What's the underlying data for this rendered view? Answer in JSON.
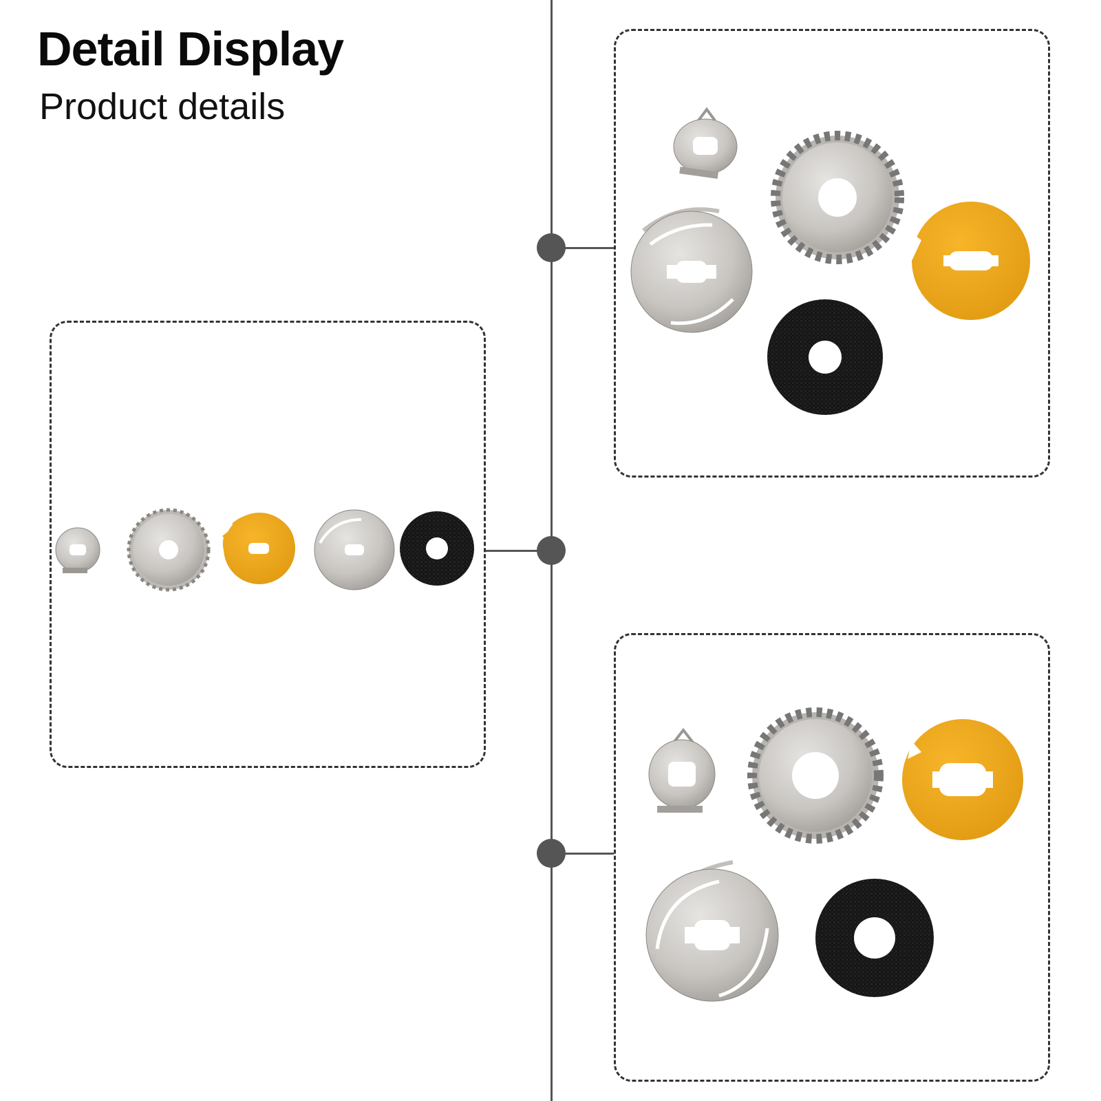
{
  "header": {
    "title": "Detail Display",
    "subtitle": "Product details"
  },
  "colors": {
    "line": "#555555",
    "border": "#333333",
    "steel": "#c9c6c2",
    "gold": "#f0a820",
    "carbon": "#161616"
  },
  "panels": [
    {
      "name": "row-view",
      "parts": [
        "clip-plate",
        "toothed-gear-washer",
        "gold-washer",
        "clicker-spring-plate",
        "carbon-fiber-drag-washer"
      ]
    },
    {
      "name": "top-detail",
      "parts": [
        "clip-plate",
        "toothed-gear-washer",
        "clicker-spring-plate",
        "gold-washer",
        "carbon-fiber-drag-washer"
      ]
    },
    {
      "name": "bottom-detail",
      "parts": [
        "clip-plate",
        "toothed-gear-washer",
        "gold-washer",
        "clicker-spring-plate",
        "carbon-fiber-drag-washer"
      ]
    }
  ]
}
